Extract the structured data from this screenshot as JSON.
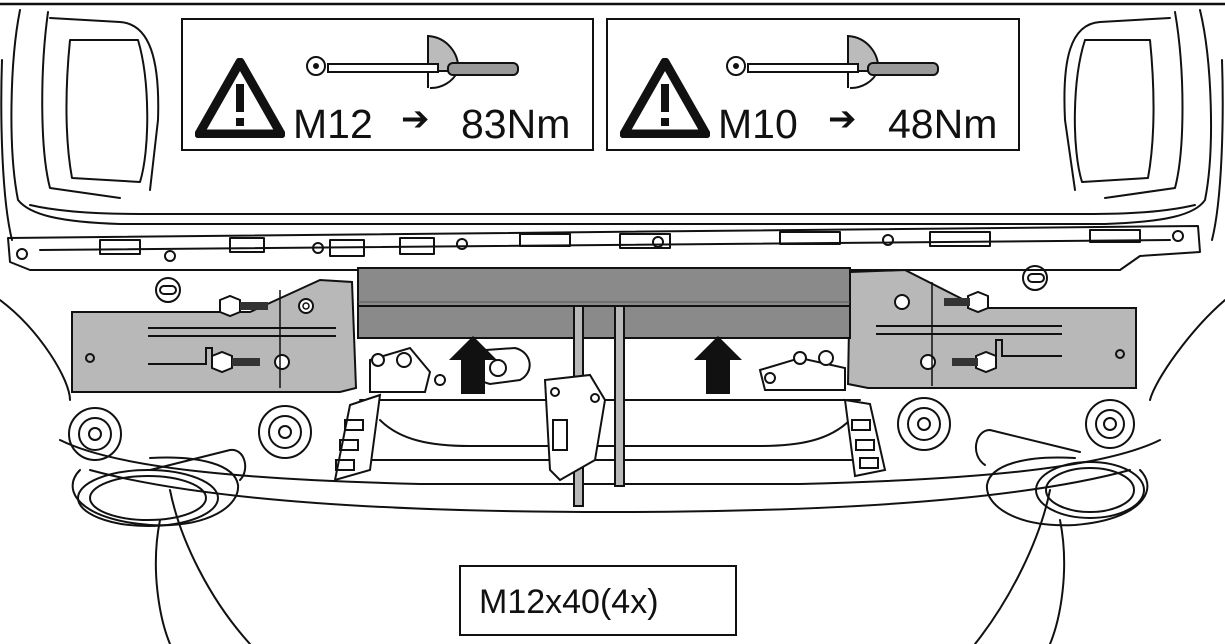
{
  "torque_labels": [
    {
      "bolt": "M12",
      "arrow": "➔",
      "torque": "83Nm",
      "icon": "warning-triangle-icon",
      "tool": "torque-wrench-icon"
    },
    {
      "bolt": "M10",
      "arrow": "➔",
      "torque": "48Nm",
      "icon": "warning-triangle-icon",
      "tool": "torque-wrench-icon"
    }
  ],
  "bolt_callout": {
    "text": "M12x40(4x)"
  },
  "colors": {
    "line": "#111111",
    "part_fill": "#b8b8b8",
    "bar_fill": "#8a8a8a",
    "background": "#ffffff"
  }
}
